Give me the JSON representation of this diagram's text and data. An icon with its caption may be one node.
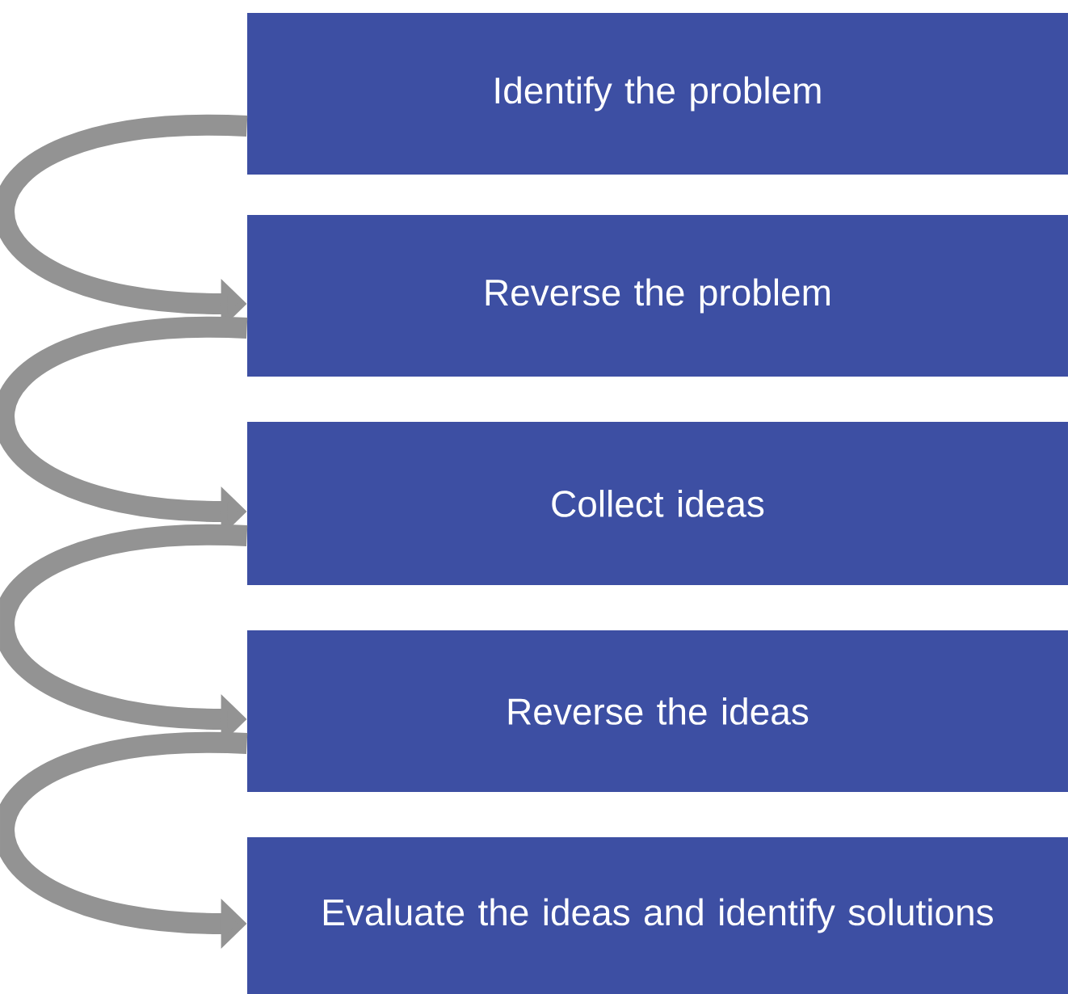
{
  "diagram": {
    "nodes": [
      {
        "text": [
          "Identify the problem"
        ]
      },
      {
        "text": [
          "Reverse the problem"
        ]
      },
      {
        "text": [
          "Collect ideas"
        ]
      },
      {
        "text": [
          "Reverse the ideas"
        ]
      },
      {
        "text": [
          "Evaluate the ideas and identify solutions"
        ]
      }
    ],
    "edges": [
      {
        "from": 0,
        "to": 1,
        "arrow": "to"
      },
      {
        "from": 1,
        "to": 2,
        "arrow": "to"
      },
      {
        "from": 2,
        "to": 3,
        "arrow": "to"
      },
      {
        "from": 3,
        "to": 4,
        "arrow": "to"
      }
    ]
  }
}
